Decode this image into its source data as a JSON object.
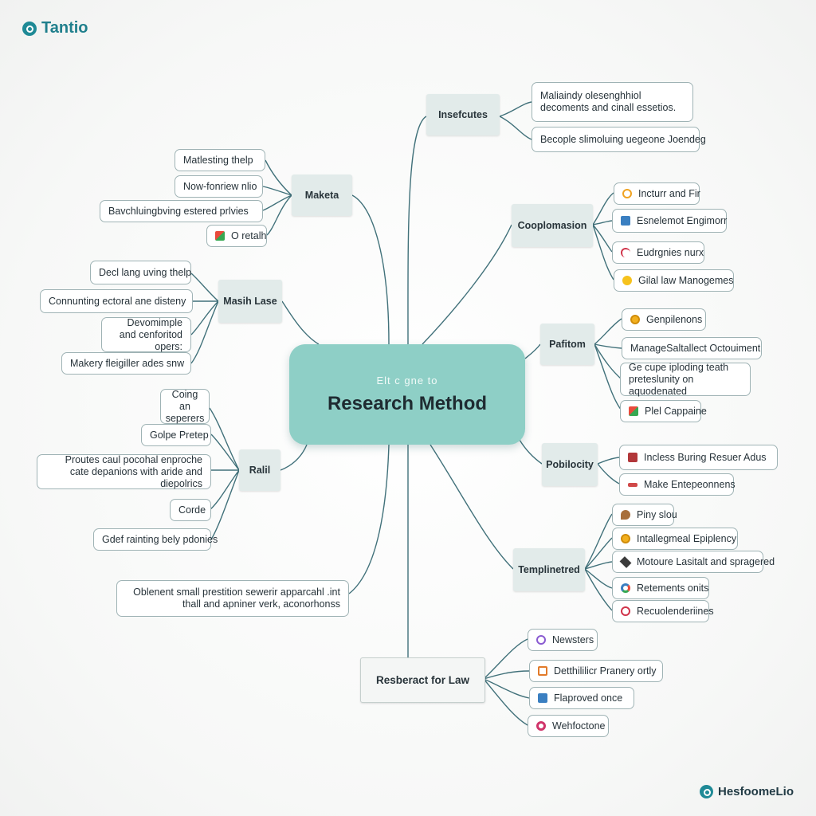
{
  "logos": {
    "top": "Tantio",
    "bottom": "HesfoomeLio"
  },
  "central": {
    "subtitle": "Elt c gne to",
    "title": "Research Method"
  },
  "branches": {
    "insefcutes": {
      "label": "Insefcutes",
      "leaves": [
        "Maliaindy olesenghhiol decoments and cinall essetios.",
        "Becople slimoluing uegeone Joendeg"
      ]
    },
    "maketa": {
      "label": "Maketa",
      "leaves": [
        "Matlesting thelp",
        "Now-fonriew nlio",
        "Bavchluingbving estered prlvies",
        "O retalh"
      ]
    },
    "masih_lase": {
      "label": "Masih Lase",
      "leaves": [
        "Decl lang uving thelp",
        "Connunting ectoral ane disteny",
        "Devomimple and cenforitod opers:",
        "Makery fleigiller ades snw"
      ]
    },
    "ralil": {
      "label": "Ralil",
      "leaves": [
        "Coing an seperers",
        "Golpe Pretep",
        "Proutes caul pocohal enproche cate depanions with aride and diepolrics",
        "Corde",
        "Gdef rainting bely pdonies"
      ]
    },
    "extra_left": {
      "leaf": "Oblenent small prestition sewerir apparcahl .int thall and apniner verk, aconorhonss"
    },
    "cooplomasion": {
      "label": "Cooplomasion",
      "leaves": [
        "Incturr and Fir",
        "Esnelemot Engimorr",
        "Eudrgnies nurx",
        "Gilal law Manogemes"
      ]
    },
    "pafitom": {
      "label": "Pafitom",
      "leaves": [
        "Genpilenons",
        "ManageSaltallect Octouiment",
        "Ge cupe iploding teath preteslunity on aquodenated",
        "Plel Cappaine"
      ]
    },
    "pobilocity": {
      "label": "Pobilocity",
      "leaves": [
        "Incless Buring Resuer Adus",
        "Make Entepeonnens"
      ]
    },
    "templinetred": {
      "label": "Templinetred",
      "leaves": [
        "Piny slou",
        "Intallegmeal Epiplency",
        "Motoure Lasitalt and spragered",
        "Retements onits",
        "Recuolenderiines"
      ]
    },
    "law": {
      "label": "Resberact for Law",
      "leaves": [
        "Newsters",
        "Detthililicr Pranery ortly",
        "Flaproved once",
        "Wehfoctone"
      ]
    }
  },
  "icons": {
    "logo": "mind-map-logo-icon",
    "cooplomasion": [
      "orange-circle-icon",
      "blue-chart-icon",
      "red-swirl-icon",
      "yellow-circle-icon"
    ],
    "pafitom": [
      "amber-circle-icon",
      "",
      "",
      "multicolor-square-icon"
    ],
    "pobilocity": [
      "red-robot-icon",
      "red-bar-icon"
    ],
    "templinetred": [
      "flame-icon",
      "amber-circle-icon",
      "dark-star-icon",
      "multicolor-circle-icon",
      "red-circle-icon"
    ],
    "law": [
      "purple-circle-icon",
      "orange-square-icon",
      "blue-square-icon",
      "pink-circle-icon"
    ],
    "maketa": [
      "multicolor-leaf-icon"
    ]
  },
  "colors": {
    "central_fill": "#8ecfc6",
    "connector": "#41717a",
    "branch_fill": "#e2ebea",
    "leaf_border": "#9fb3b5",
    "brand": "#1f8a96"
  }
}
